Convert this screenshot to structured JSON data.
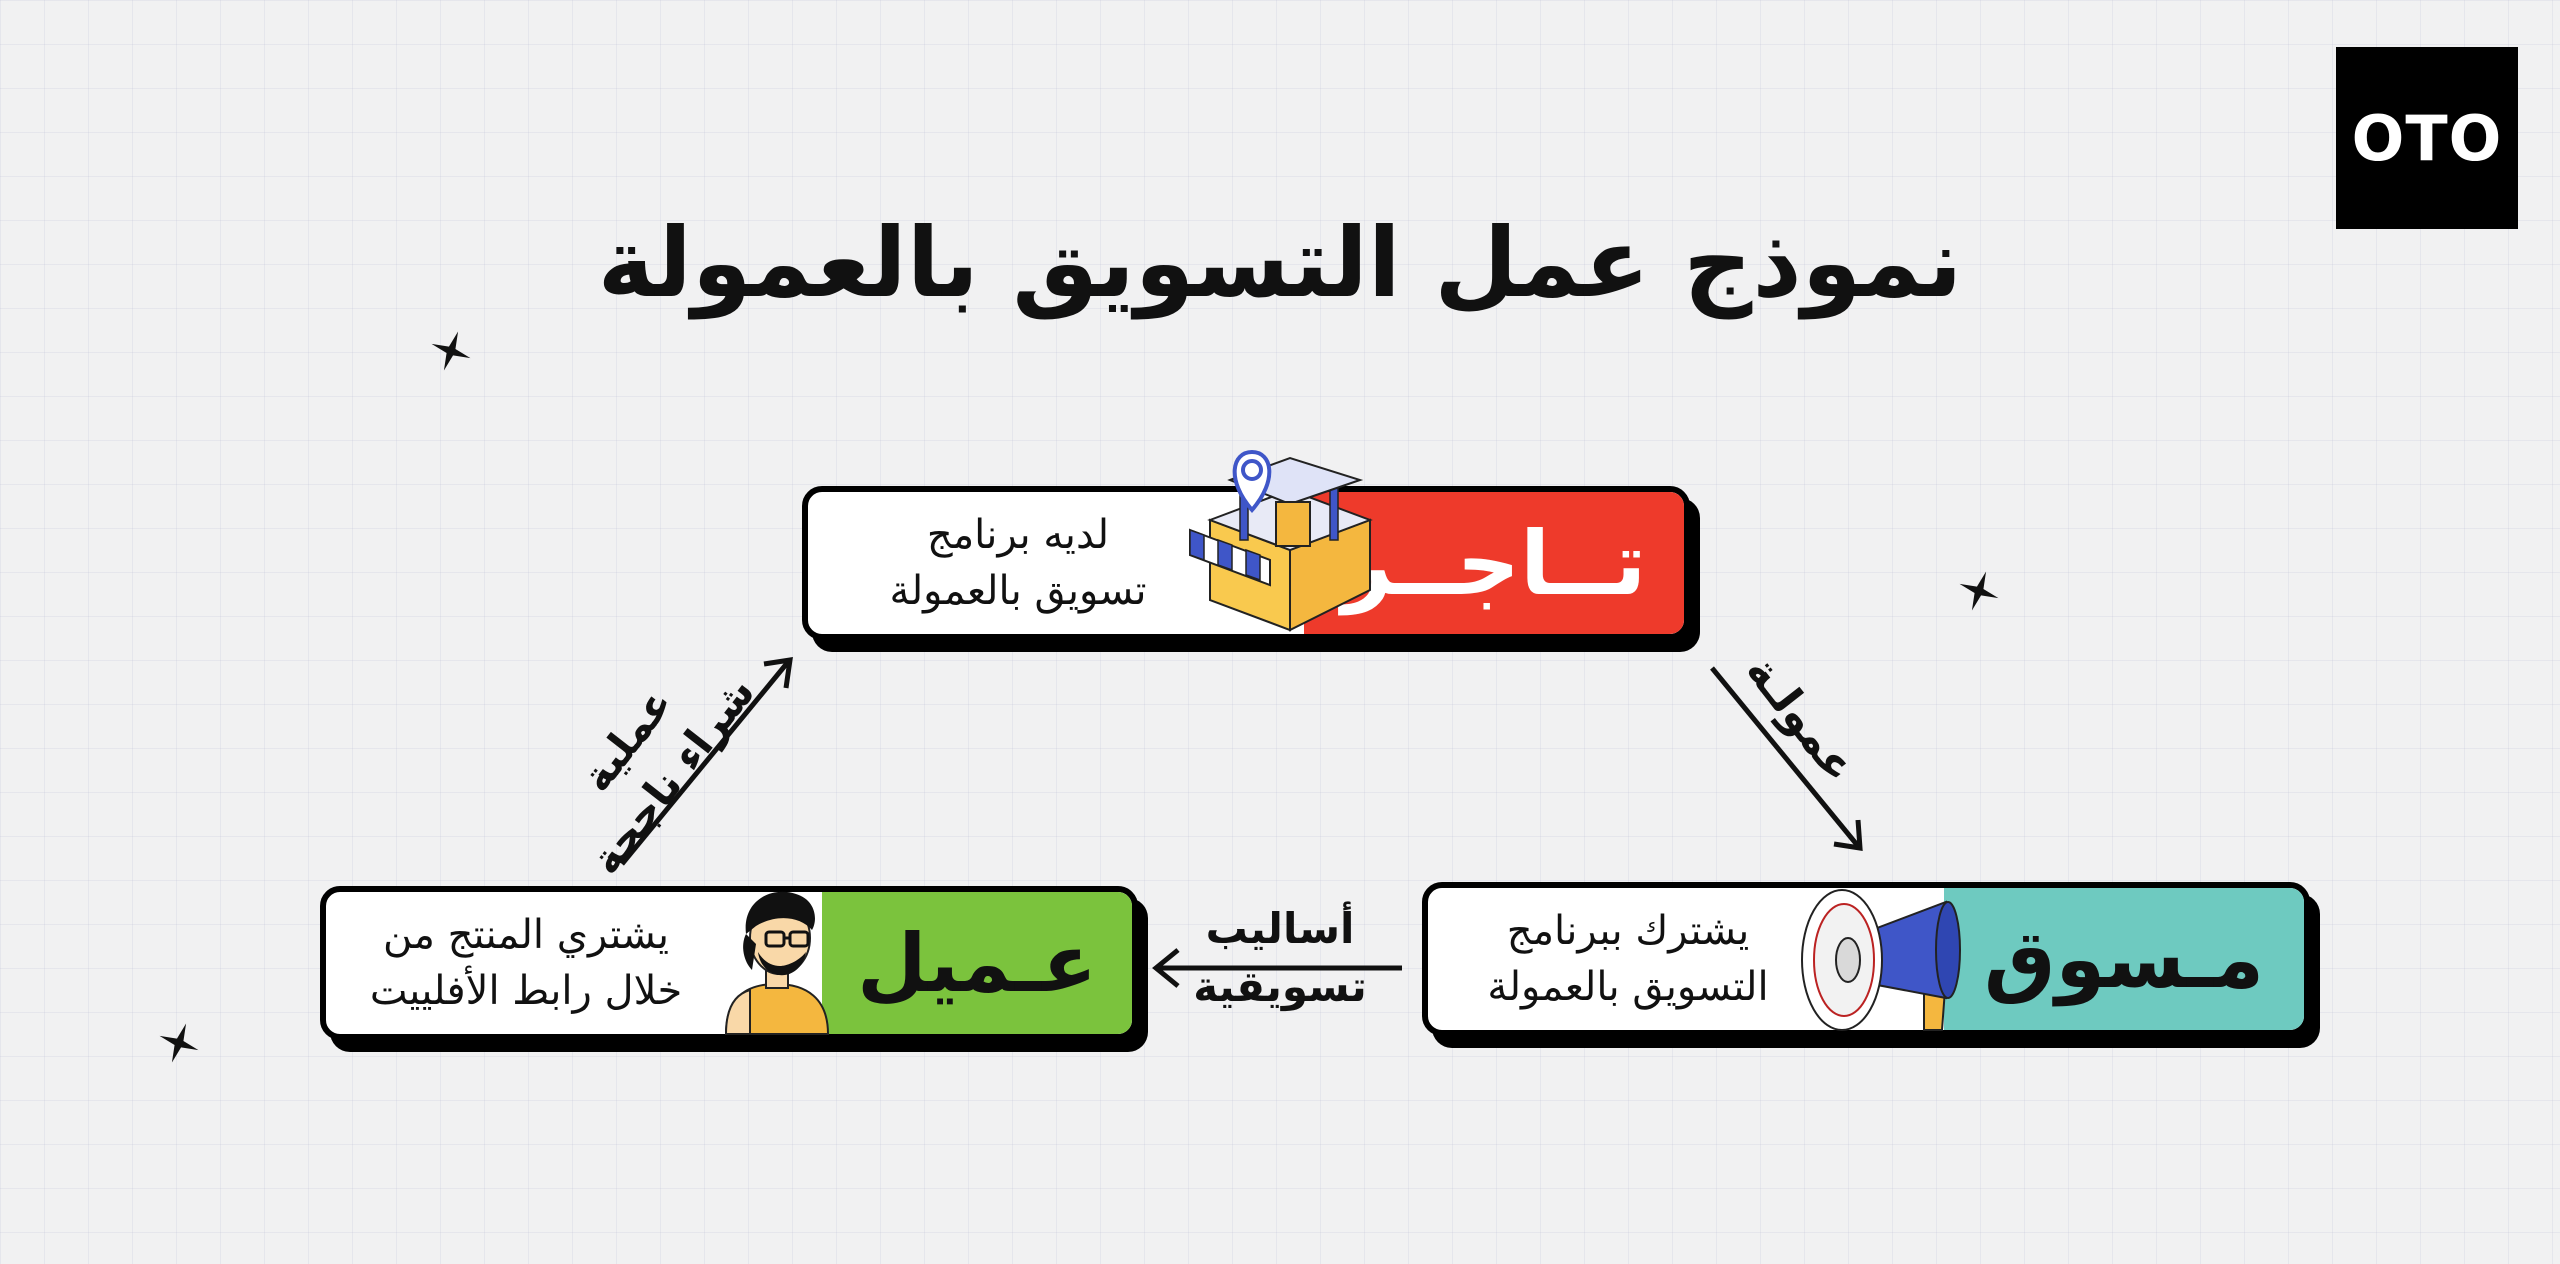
{
  "brand": {
    "logo_text": "OTO"
  },
  "title": "نموذج عمل التسويق بالعمولة",
  "colors": {
    "merchant": "#ee3a2b",
    "marketer": "#6ecac0",
    "customer": "#7bc33d",
    "background": "#f1f1f2"
  },
  "nodes": {
    "merchant": {
      "role": "تــاجــر",
      "line1": "لديه برنامج",
      "line2": "تسويق بالعمولة",
      "icon": "storefront-icon"
    },
    "marketer": {
      "role": "مـسوق",
      "line1": "يشترك ببرنامج",
      "line2": "التسويق بالعمولة",
      "icon": "megaphone-icon"
    },
    "customer": {
      "role": "عـميل",
      "line1": "يشتري المنتج من",
      "line2": "خلال رابط الأفلييت",
      "icon": "customer-avatar-icon"
    }
  },
  "edges": {
    "merchant_to_marketer": {
      "label": "عمولـة"
    },
    "marketer_to_customer": {
      "line1": "أساليب",
      "line2": "تسويقية"
    },
    "customer_to_merchant": {
      "line1": "عملية",
      "line2": "شراء ناجحة"
    }
  }
}
